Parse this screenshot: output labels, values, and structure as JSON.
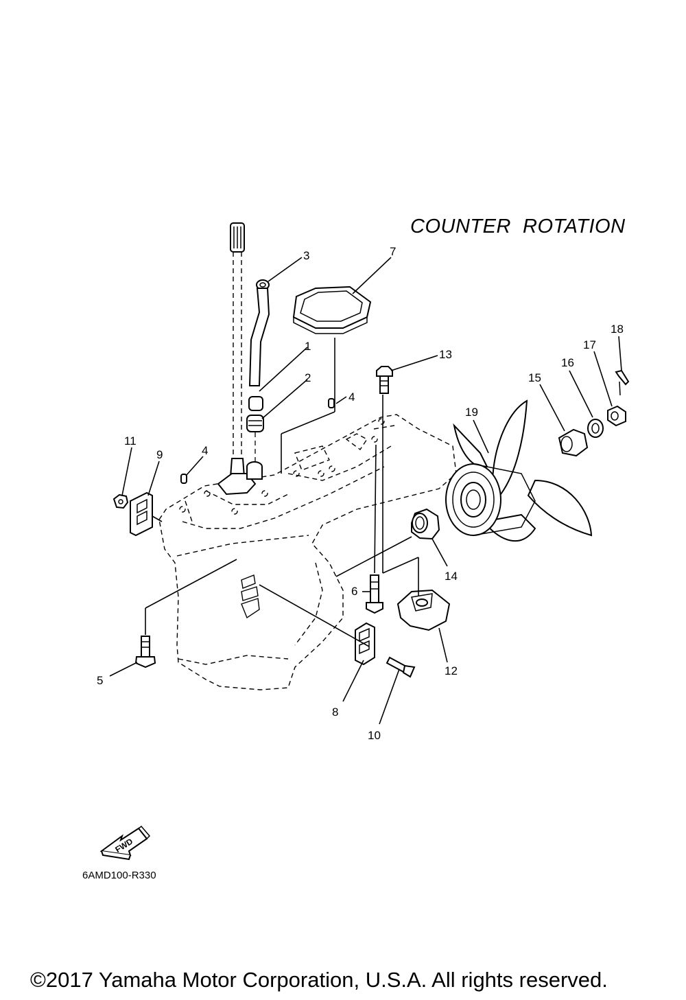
{
  "title": "COUNTER  ROTATION",
  "reference_code": "6AMD100-R330",
  "copyright": "©2017 Yamaha Motor Corporation, U.S.A. All rights reserved.",
  "fwd_label": "FWD",
  "callouts": [
    "1",
    "2",
    "3",
    "4",
    "4",
    "5",
    "6",
    "7",
    "8",
    "9",
    "10",
    "11",
    "12",
    "13",
    "14",
    "15",
    "16",
    "17",
    "18",
    "19"
  ]
}
